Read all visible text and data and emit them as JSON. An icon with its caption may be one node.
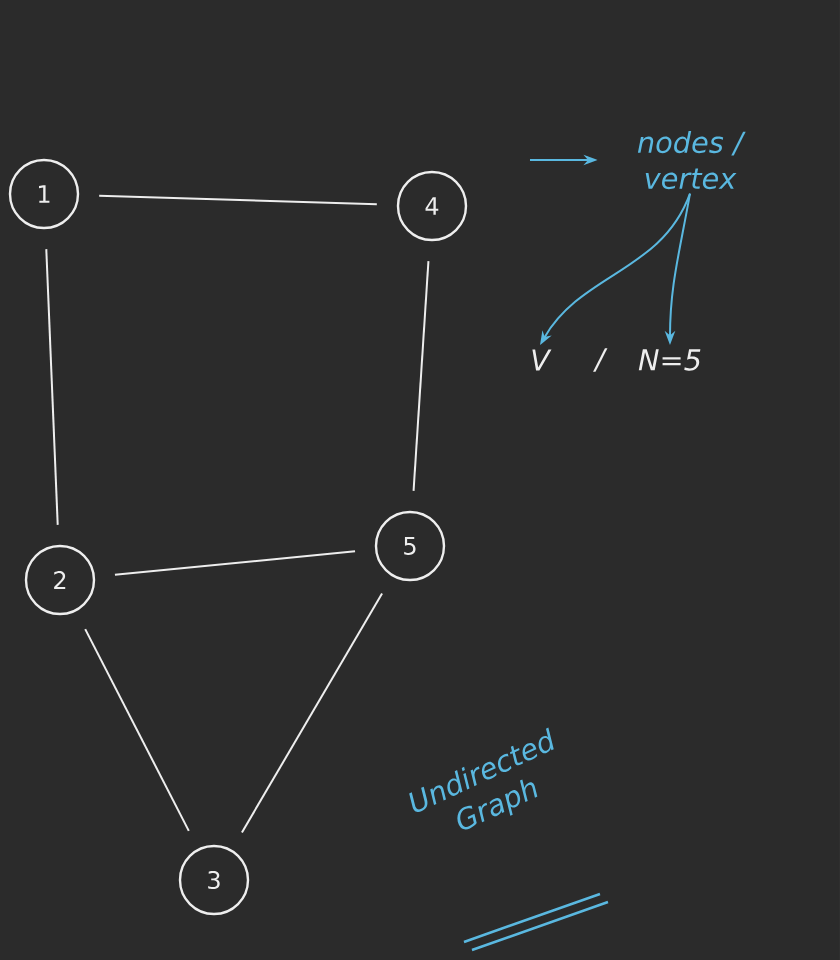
{
  "diagram": {
    "nodes": [
      {
        "text": [
          "1"
        ]
      },
      {
        "text": [
          "4"
        ]
      },
      {
        "text": [
          "2"
        ]
      },
      {
        "text": [
          "5"
        ]
      },
      {
        "text": [
          "3"
        ]
      },
      {
        "text": [
          "nodes / vertex"
        ]
      },
      {
        "text": [
          "V"
        ]
      },
      {
        "text": [
          "N=5"
        ]
      }
    ],
    "edges": [
      {
        "from": 0,
        "to": 1,
        "arrow": "none"
      },
      {
        "from": 0,
        "to": 2,
        "arrow": "none"
      },
      {
        "from": 1,
        "to": 3,
        "arrow": "none"
      },
      {
        "from": 2,
        "to": 3,
        "arrow": "none"
      },
      {
        "from": 2,
        "to": 4,
        "arrow": "none"
      },
      {
        "from": 3,
        "to": 4,
        "arrow": "none"
      },
      {
        "from": null,
        "to": 5,
        "arrow": "to",
        "color": "#5ab8e0"
      },
      {
        "from": 5,
        "to": 6,
        "arrow": "to",
        "color": "#5ab8e0"
      },
      {
        "from": 5,
        "to": 7,
        "arrow": "to",
        "color": "#5ab8e0"
      }
    ],
    "labels": [
      "/",
      "Undirected Graph"
    ]
  }
}
